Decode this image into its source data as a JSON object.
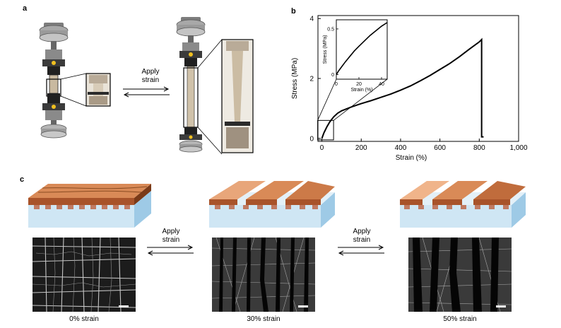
{
  "panels": {
    "a": {
      "letter": "a",
      "arrow_label_line1": "Apply",
      "arrow_label_line2": "strain"
    },
    "b": {
      "letter": "b"
    },
    "c": {
      "letter": "c",
      "arrow1_line1": "Apply",
      "arrow1_line2": "strain",
      "arrow2_line1": "Apply",
      "arrow2_line2": "strain",
      "captions": [
        "0% strain",
        "30% strain",
        "50% strain"
      ]
    }
  },
  "chart_data": {
    "type": "line",
    "xlabel": "Strain (%)",
    "ylabel": "Stress (MPa)",
    "xlim": [
      -20,
      1000
    ],
    "ylim": [
      -0.1,
      4.1
    ],
    "xticks": [
      0,
      200,
      400,
      600,
      800
    ],
    "xtick_labels": [
      "0",
      "200",
      "400",
      "600",
      "800",
      "1,000"
    ],
    "yticks": [
      0,
      2,
      4
    ],
    "ytick_labels": [
      "0",
      "2",
      "4"
    ],
    "grid": false,
    "series": [
      {
        "x": [
          0,
          10,
          25,
          40,
          60,
          80,
          100,
          150,
          200,
          250,
          300,
          350,
          400,
          450,
          500,
          550,
          600,
          650,
          700,
          750,
          800,
          812,
          812,
          822
        ],
        "y": [
          0,
          0.18,
          0.38,
          0.55,
          0.72,
          0.84,
          0.92,
          1.05,
          1.16,
          1.26,
          1.37,
          1.48,
          1.61,
          1.75,
          1.92,
          2.1,
          2.3,
          2.5,
          2.73,
          2.98,
          3.22,
          3.3,
          0.05,
          0.05
        ]
      }
    ],
    "inset": {
      "xlabel": "Strain (%)",
      "ylabel": "Stress (MPa)",
      "xlim": [
        0,
        45
      ],
      "ylim": [
        -0.05,
        0.6
      ],
      "xticks": [
        0,
        20,
        40
      ],
      "xtick_labels": [
        "0",
        "20",
        "40"
      ],
      "yticks": [
        0,
        0.5
      ],
      "ytick_labels": [
        "0",
        "0.5"
      ],
      "x": [
        0,
        2,
        5,
        8,
        12,
        16,
        20,
        25,
        30,
        35,
        40,
        45
      ],
      "y": [
        0,
        0.04,
        0.09,
        0.14,
        0.2,
        0.26,
        0.31,
        0.37,
        0.43,
        0.48,
        0.53,
        0.57
      ]
    }
  }
}
